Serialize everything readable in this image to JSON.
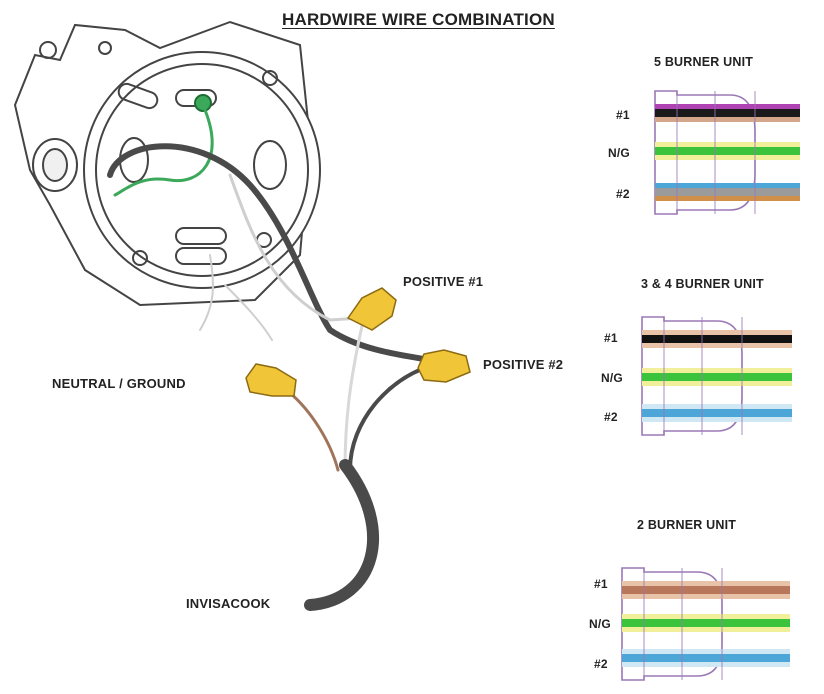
{
  "title": "HARDWIRE WIRE COMBINATION",
  "callouts": {
    "positive_1": "POSITIVE #1",
    "positive_2": "POSITIVE #2",
    "neutral_ground": "NEUTRAL / GROUND",
    "invisacook": "INVISACOOK"
  },
  "units": [
    {
      "title": "5 BURNER UNIT",
      "wires": [
        {
          "label": "#1",
          "colors": [
            "#b043b4",
            "#1a1a1a",
            "#d4a78a"
          ]
        },
        {
          "label": "N/G",
          "colors": [
            "#f2ef9a",
            "#3bc43b",
            "#f2ef9a"
          ]
        },
        {
          "label": "#2",
          "colors": [
            "#4da6d8",
            "#9b9b9b",
            "#d0904a"
          ]
        }
      ]
    },
    {
      "title": "3 & 4 BURNER UNIT",
      "wires": [
        {
          "label": "#1",
          "colors": [
            "#e8c3a8",
            "#111111",
            "#e8c3a8"
          ]
        },
        {
          "label": "N/G",
          "colors": [
            "#f2ef9a",
            "#3bc43b",
            "#f2ef9a"
          ]
        },
        {
          "label": "#2",
          "colors": [
            "#cfe8f4",
            "#4da6d8",
            "#cfe8f4"
          ]
        }
      ]
    },
    {
      "title": "2 BURNER UNIT",
      "wires": [
        {
          "label": "#1",
          "colors": [
            "#e8c3a8",
            "#b8775a",
            "#e8c3a8"
          ]
        },
        {
          "label": "N/G",
          "colors": [
            "#f2ef9a",
            "#3bc43b",
            "#f2ef9a"
          ]
        },
        {
          "label": "#2",
          "colors": [
            "#cfe8f4",
            "#4da6d8",
            "#cfe8f4"
          ]
        }
      ]
    }
  ],
  "colors": {
    "wire_nut": "#f0c538",
    "cable_black": "#4a4a4a",
    "ground_green": "#3ba85a",
    "neutral_brown": "#a0745a",
    "box_outline": "#444444"
  }
}
